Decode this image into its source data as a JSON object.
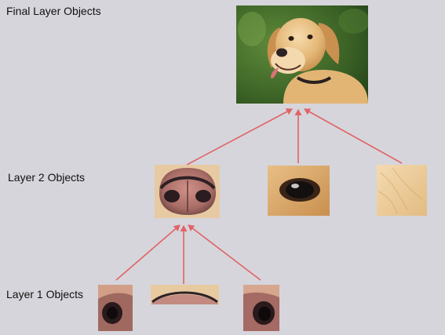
{
  "labels": {
    "final_layer": "Final Layer Objects",
    "layer2": "Layer 2 Objects",
    "layer1": "Layer 1 Objects"
  },
  "colors": {
    "background": "#d6d5db",
    "arrow": "#e06466",
    "fur_light": "#f0d2a0",
    "fur_mid": "#d9a86a",
    "nose_dark": "#2b2226",
    "skin_pink": "#b87f78",
    "foliage": "#3f6a2a"
  },
  "images": {
    "final": "dog",
    "layer2": [
      "nose",
      "eye",
      "fur"
    ],
    "layer1": [
      "nostril-left",
      "nose-edge",
      "nostril-right"
    ]
  },
  "connections": [
    {
      "from": "nose",
      "to": "dog"
    },
    {
      "from": "eye",
      "to": "dog"
    },
    {
      "from": "fur",
      "to": "dog"
    },
    {
      "from": "nostril-left",
      "to": "nose"
    },
    {
      "from": "nose-edge",
      "to": "nose"
    },
    {
      "from": "nostril-right",
      "to": "nose"
    }
  ]
}
